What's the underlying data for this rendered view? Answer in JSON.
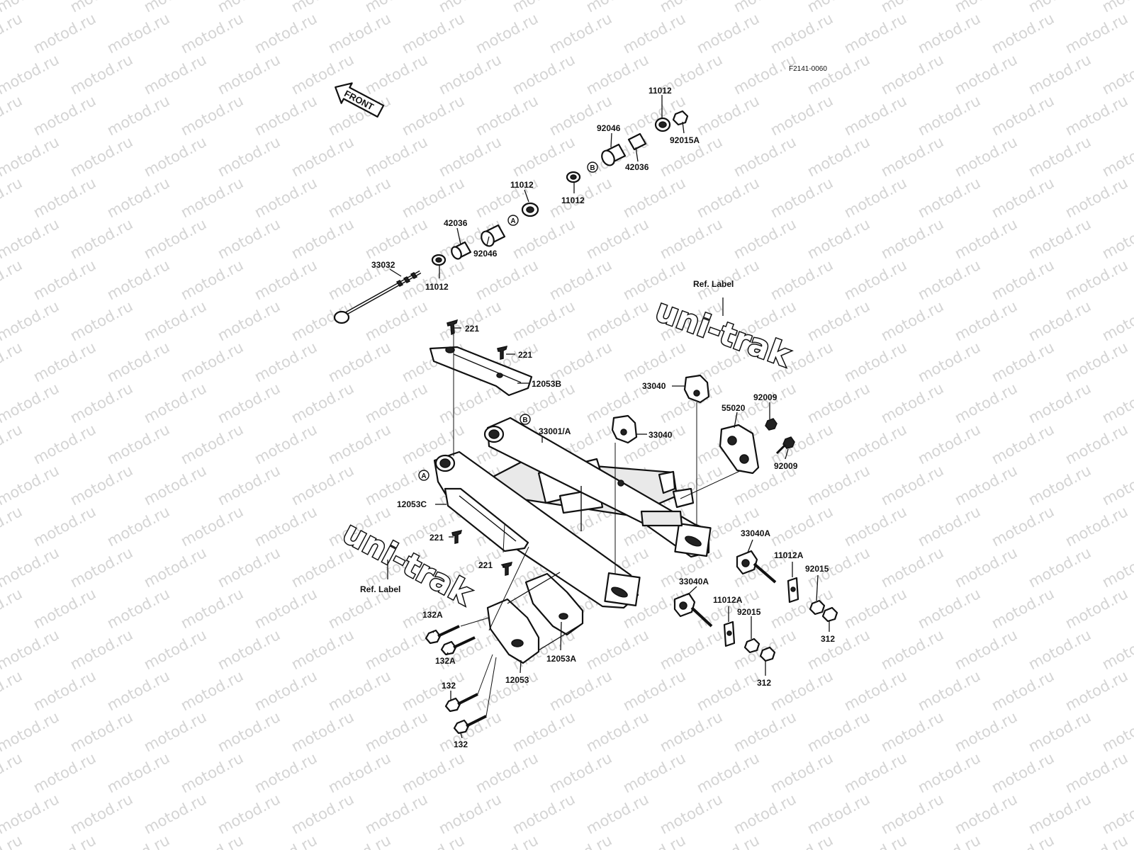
{
  "drawing_code": "F2141-0060",
  "front_arrow": "FRONT",
  "watermark": "motod.ru",
  "logos": [
    "uni-trak",
    "uni-trak"
  ],
  "markers": [
    "A",
    "A",
    "B",
    "B"
  ],
  "callouts": [
    {
      "id": "c1",
      "text": "11012"
    },
    {
      "id": "c2",
      "text": "92015A"
    },
    {
      "id": "c3",
      "text": "92046"
    },
    {
      "id": "c4",
      "text": "42036"
    },
    {
      "id": "c5",
      "text": "11012"
    },
    {
      "id": "c6",
      "text": "11012"
    },
    {
      "id": "c7",
      "text": "42036"
    },
    {
      "id": "c8",
      "text": "92046"
    },
    {
      "id": "c9",
      "text": "33032"
    },
    {
      "id": "c10",
      "text": "11012"
    },
    {
      "id": "c11",
      "text": "221"
    },
    {
      "id": "c12",
      "text": "221"
    },
    {
      "id": "c13",
      "text": "12053B"
    },
    {
      "id": "c14",
      "text": "33040"
    },
    {
      "id": "c15",
      "text": "92009"
    },
    {
      "id": "c16",
      "text": "55020"
    },
    {
      "id": "c17",
      "text": "33001/A"
    },
    {
      "id": "c18",
      "text": "33040"
    },
    {
      "id": "c19",
      "text": "92009"
    },
    {
      "id": "c20",
      "text": "12053C"
    },
    {
      "id": "c21",
      "text": "221"
    },
    {
      "id": "c22",
      "text": "221"
    },
    {
      "id": "c23",
      "text": "Ref. Label"
    },
    {
      "id": "c24",
      "text": "Ref. Label"
    },
    {
      "id": "c25",
      "text": "33040A"
    },
    {
      "id": "c26",
      "text": "11012A"
    },
    {
      "id": "c27",
      "text": "92015"
    },
    {
      "id": "c28",
      "text": "312"
    },
    {
      "id": "c29",
      "text": "33040A"
    },
    {
      "id": "c30",
      "text": "11012A"
    },
    {
      "id": "c31",
      "text": "92015"
    },
    {
      "id": "c32",
      "text": "312"
    },
    {
      "id": "c33",
      "text": "132A"
    },
    {
      "id": "c34",
      "text": "132A"
    },
    {
      "id": "c35",
      "text": "12053A"
    },
    {
      "id": "c36",
      "text": "12053"
    },
    {
      "id": "c37",
      "text": "132"
    },
    {
      "id": "c38",
      "text": "132"
    }
  ]
}
